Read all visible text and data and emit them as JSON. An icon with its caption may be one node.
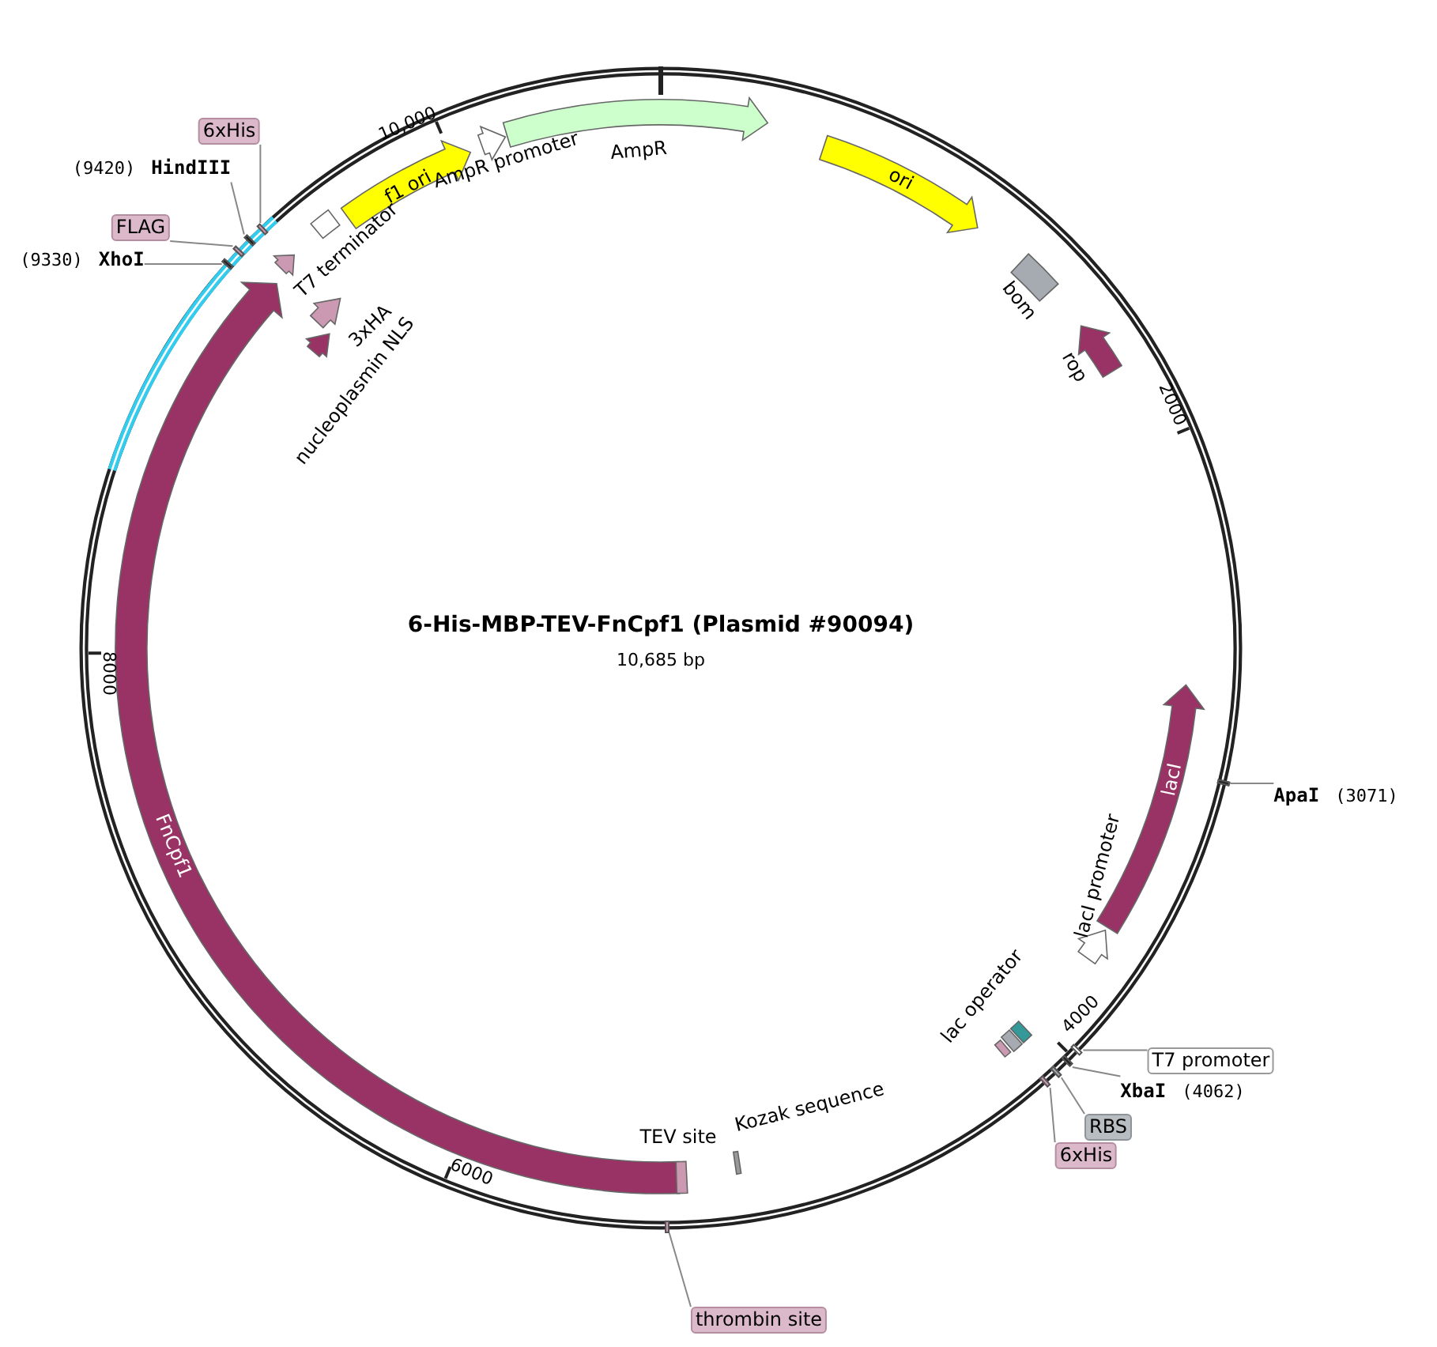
{
  "diagram": {
    "title": "6-His-MBP-TEV-FnCpf1 (Plasmid #90094)",
    "caption": "10,685 bp",
    "nodes": [
      {
        "text": [
          "6xHis"
        ]
      },
      {
        "text": [
          "(9420)",
          "HindIII"
        ]
      },
      {
        "text": [
          "FLAG"
        ]
      },
      {
        "text": [
          "(9330)",
          "XhoI"
        ]
      },
      {
        "text": [
          "f1 ori"
        ]
      },
      {
        "text": [
          "AmpR promoter"
        ]
      },
      {
        "text": [
          "AmpR"
        ]
      },
      {
        "text": [
          "ori"
        ]
      },
      {
        "text": [
          "T7 terminator"
        ]
      },
      {
        "text": [
          "bom"
        ]
      },
      {
        "text": [
          "rop"
        ]
      },
      {
        "text": [
          "3xHA"
        ]
      },
      {
        "text": [
          "nucleoplasmin NLS"
        ]
      },
      {
        "text": [
          "FnCpf1"
        ]
      },
      {
        "text": [
          "lacI"
        ]
      },
      {
        "text": [
          "ApaI",
          "(3071)"
        ]
      },
      {
        "text": [
          "lacI promoter"
        ]
      },
      {
        "text": [
          "lac operator"
        ]
      },
      {
        "text": [
          "T7 promoter"
        ]
      },
      {
        "text": [
          "XbaI",
          "(4062)"
        ]
      },
      {
        "text": [
          "RBS"
        ]
      },
      {
        "text": [
          "6xHis"
        ]
      },
      {
        "text": [
          "TEV site"
        ]
      },
      {
        "text": [
          "Kozak sequence"
        ]
      },
      {
        "text": [
          "thrombin site"
        ]
      },
      {
        "text": [],
        "shape": "bar"
      },
      {
        "text": [],
        "shape": "bar"
      },
      {
        "text": [],
        "shape": "bar"
      },
      {
        "text": [],
        "shape": "bar"
      },
      {
        "text": [],
        "shape": "bar"
      },
      {
        "text": [],
        "shape": "bar"
      },
      {
        "text": [],
        "shape": "bar"
      },
      {
        "text": [],
        "shape": "bar"
      },
      {
        "text": [],
        "shape": "bar"
      },
      {
        "text": [],
        "shape": "bar"
      }
    ],
    "edges": [
      {
        "from": 0,
        "to": 25,
        "arrow": "none"
      },
      {
        "from": 1,
        "to": 26,
        "arrow": "none"
      },
      {
        "from": 2,
        "to": 27,
        "arrow": "none"
      },
      {
        "from": 3,
        "to": 28,
        "arrow": "none"
      },
      {
        "from": 15,
        "to": 29,
        "arrow": "none"
      },
      {
        "from": 18,
        "to": 30,
        "arrow": "none"
      },
      {
        "from": 19,
        "to": 31,
        "arrow": "none"
      },
      {
        "from": 20,
        "to": 32,
        "arrow": "none"
      },
      {
        "from": 21,
        "to": 33,
        "arrow": "none"
      },
      {
        "from": 24,
        "to": 34,
        "arrow": "none"
      }
    ],
    "labels": [
      "10,000",
      "2000",
      "8000",
      "4000",
      "6000"
    ]
  }
}
